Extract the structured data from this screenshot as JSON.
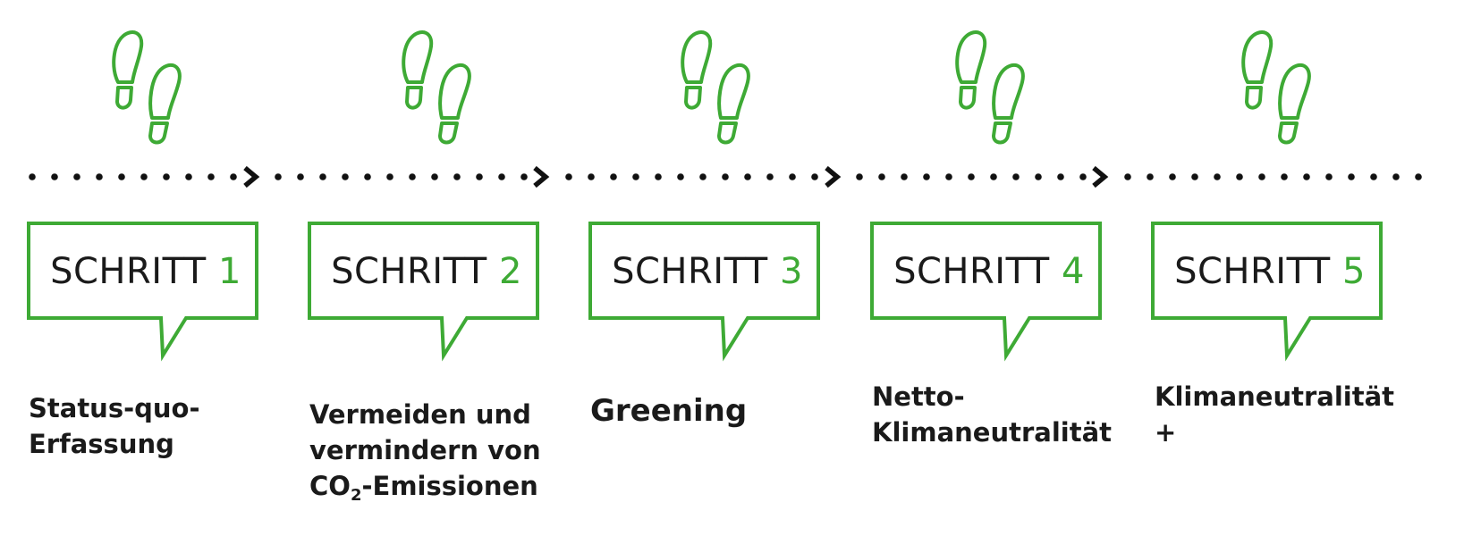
{
  "accent_color": "#3eaa35",
  "text_color": "#1a1a1a",
  "dotted_line_color": "#111111",
  "steps": [
    {
      "label": "SCHRITT",
      "number": "1",
      "desc_lines": [
        "Status-quo-",
        "Erfassung"
      ],
      "icon": "footprints-icon"
    },
    {
      "label": "SCHRITT",
      "number": "2",
      "desc_lines": [
        "Vermeiden und",
        "vermindern von"
      ],
      "desc_co2": {
        "pre": "CO",
        "sub": "2",
        "post": "-Emissionen"
      },
      "icon": "footprints-icon"
    },
    {
      "label": "SCHRITT",
      "number": "3",
      "desc_lines": [
        "Greening"
      ],
      "icon": "footprints-icon"
    },
    {
      "label": "SCHRITT",
      "number": "4",
      "desc_lines": [
        "Netto-",
        "Klimaneutralität"
      ],
      "icon": "footprints-icon"
    },
    {
      "label": "SCHRITT",
      "number": "5",
      "desc_lines": [
        "Klimaneutralität",
        "+"
      ],
      "icon": "footprints-icon"
    }
  ]
}
